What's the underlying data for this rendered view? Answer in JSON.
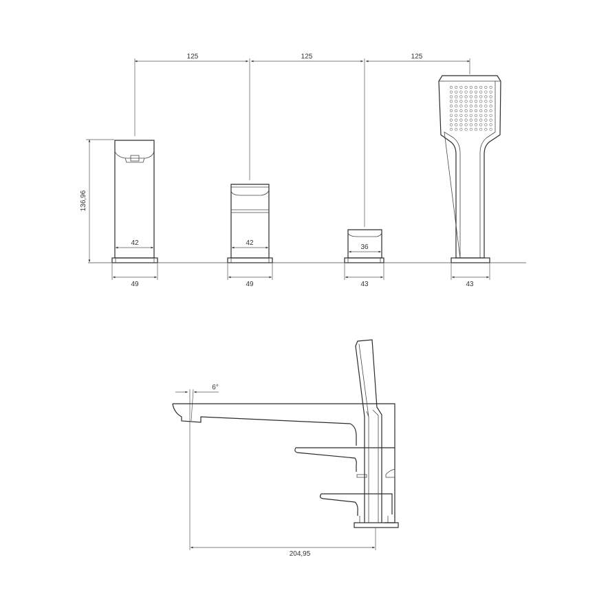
{
  "front_view": {
    "spacing": [
      "125",
      "125",
      "125"
    ],
    "height": "136,96",
    "spout": {
      "body_width": "42",
      "base_width": "49"
    },
    "handle_1": {
      "body_width": "42",
      "base_width": "49"
    },
    "handle_2": {
      "body_width": "36",
      "base_width": "43"
    },
    "shower": {
      "base_width": "43"
    }
  },
  "side_view": {
    "angle": "6°",
    "reach": "204,95"
  }
}
